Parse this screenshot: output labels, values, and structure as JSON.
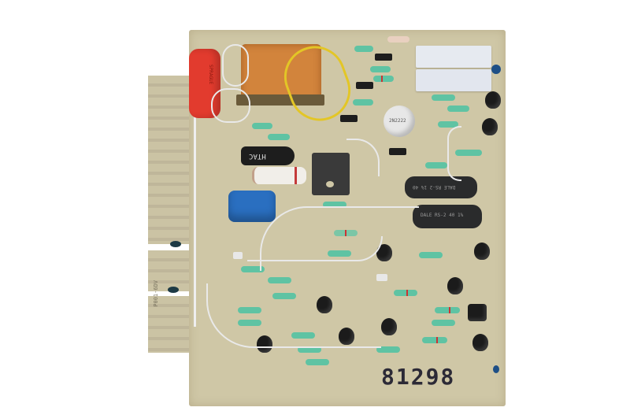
{
  "image": {
    "subject": "printed circuit board with through-hole components",
    "background_color": "#ffffff",
    "board_color": "#cfc7a6"
  },
  "board": {
    "serial_number": "81298",
    "edge_label": "P001-6DV"
  },
  "components": {
    "red_capacitor": {
      "color": "#e23b2e",
      "marking": "SPRAGUE"
    },
    "transformer": {
      "color": "#d2843c"
    },
    "relay_blocks": {
      "color": "#e6eaf0",
      "count": 2
    },
    "metal_can_transistor": {
      "marking": "2N2222"
    },
    "black_resistor_top": {
      "marking": "DALE RS-2 1% 40"
    },
    "black_resistor_bottom": {
      "marking": "DALE RS-2 40 1%"
    },
    "black_diode": {
      "marking": "HTAC"
    },
    "electrolytic_capacitor": {
      "color": "#2a6fc0"
    },
    "voltage_regulator": {
      "color": "#3a3a3a"
    }
  },
  "colors": {
    "resistor_body": "#5fc3a3",
    "transistor_body": "#1b1b1b",
    "wire": "#e9e9e9",
    "yellow_wire": "#e3c626",
    "copper_pad": "#1d3a45"
  }
}
